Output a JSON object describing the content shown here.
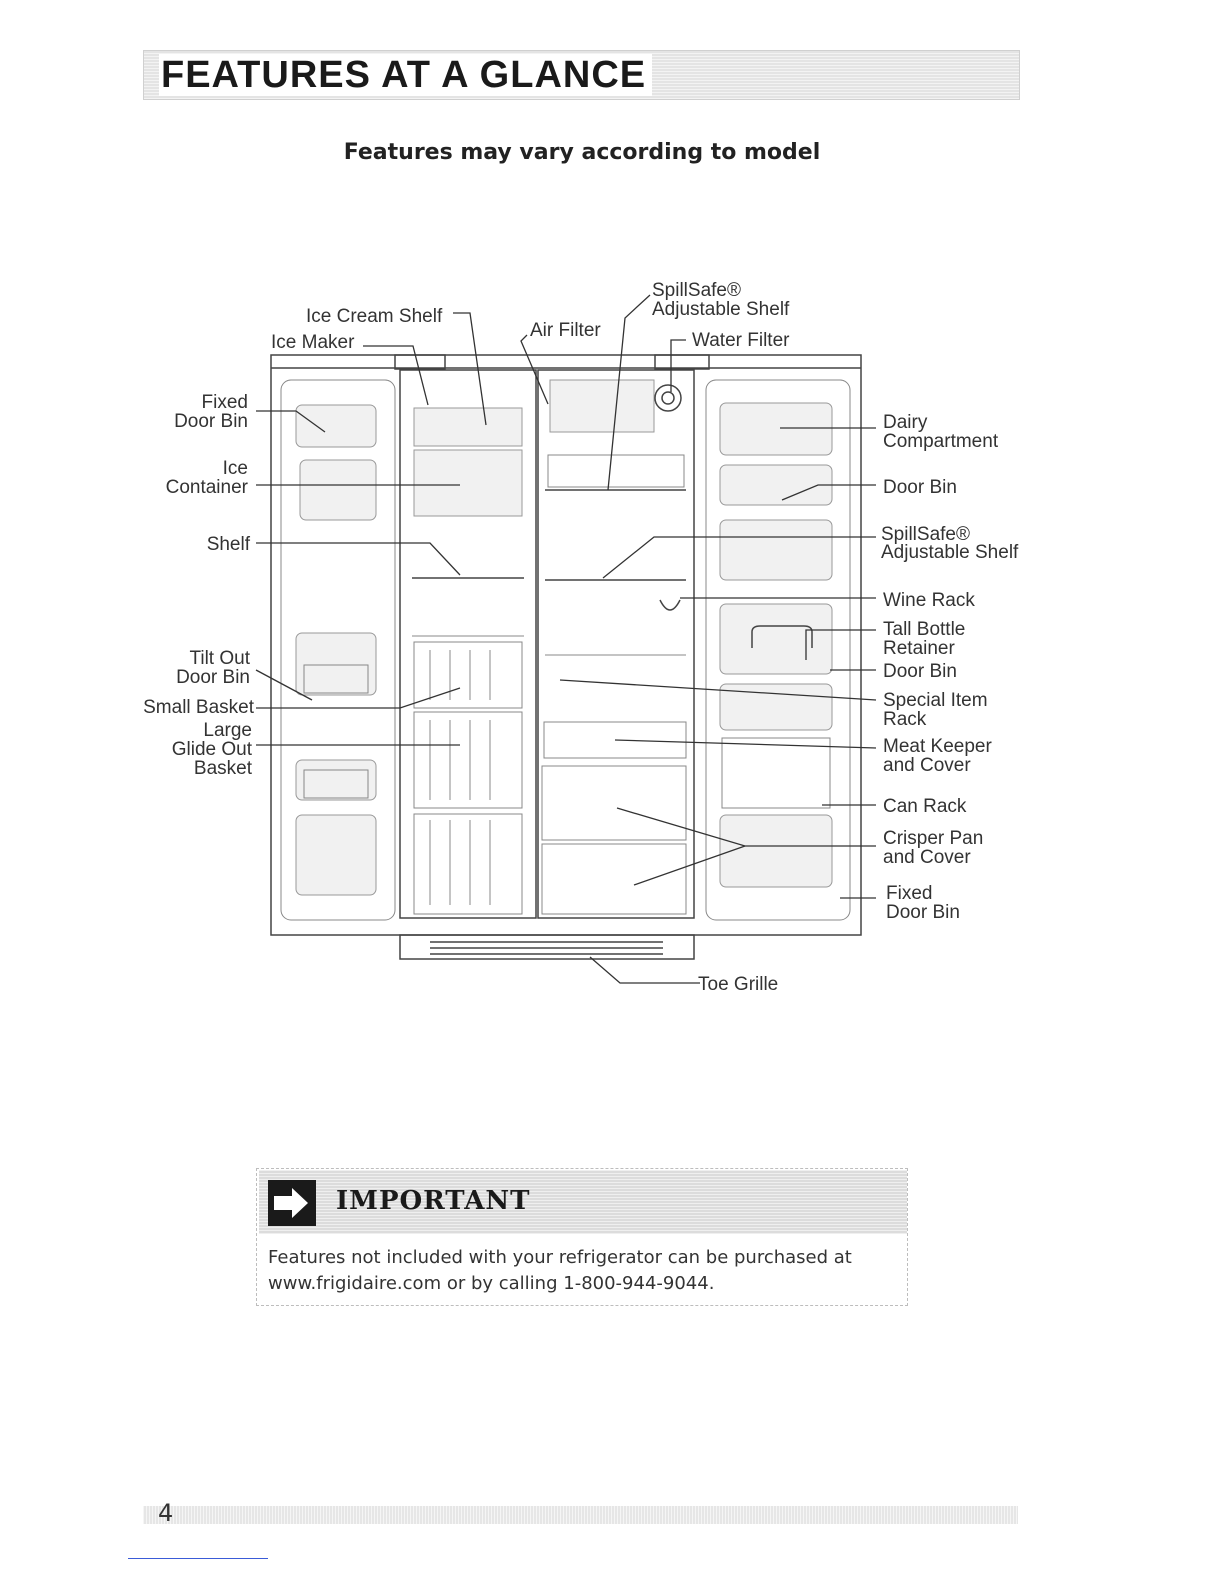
{
  "header": {
    "title": "FEATURES AT A GLANCE"
  },
  "subtitle": "Features may vary according to model",
  "callouts": {
    "spillsafe_top": [
      "SpillSafe®",
      "Adjustable Shelf"
    ],
    "ice_cream_shelf": "Ice Cream Shelf",
    "air_filter": "Air Filter",
    "ice_maker": "Ice Maker",
    "water_filter": "Water Filter",
    "fixed_door_bin_left": [
      "Fixed",
      "Door Bin"
    ],
    "ice_container": [
      "Ice",
      "Container"
    ],
    "shelf": "Shelf",
    "tilt_out_door_bin": [
      "Tilt Out",
      "Door Bin"
    ],
    "small_basket": "Small Basket",
    "large_glide_out_basket": [
      "Large",
      "Glide Out",
      "Basket"
    ],
    "dairy_compartment": [
      "Dairy",
      "Compartment"
    ],
    "door_bin_upper": "Door Bin",
    "spillsafe_right": [
      "SpillSafe®",
      "Adjustable Shelf"
    ],
    "wine_rack": "Wine Rack",
    "tall_bottle_retainer": [
      "Tall Bottle",
      "Retainer"
    ],
    "door_bin_lower": "Door Bin",
    "special_item_rack": [
      "Special Item",
      "Rack"
    ],
    "meat_keeper": [
      "Meat Keeper",
      "and Cover"
    ],
    "can_rack": "Can Rack",
    "crisper_pan": [
      "Crisper Pan",
      "and Cover"
    ],
    "fixed_door_bin_right": [
      "Fixed",
      "Door Bin"
    ],
    "toe_grille": "Toe Grille"
  },
  "important": {
    "title": "IMPORTANT",
    "line1": "Features not included with your refrigerator can be purchased at",
    "line2": "www.frigidaire.com or by calling 1-800-944-9044."
  },
  "footer": {
    "page_number": "4"
  }
}
